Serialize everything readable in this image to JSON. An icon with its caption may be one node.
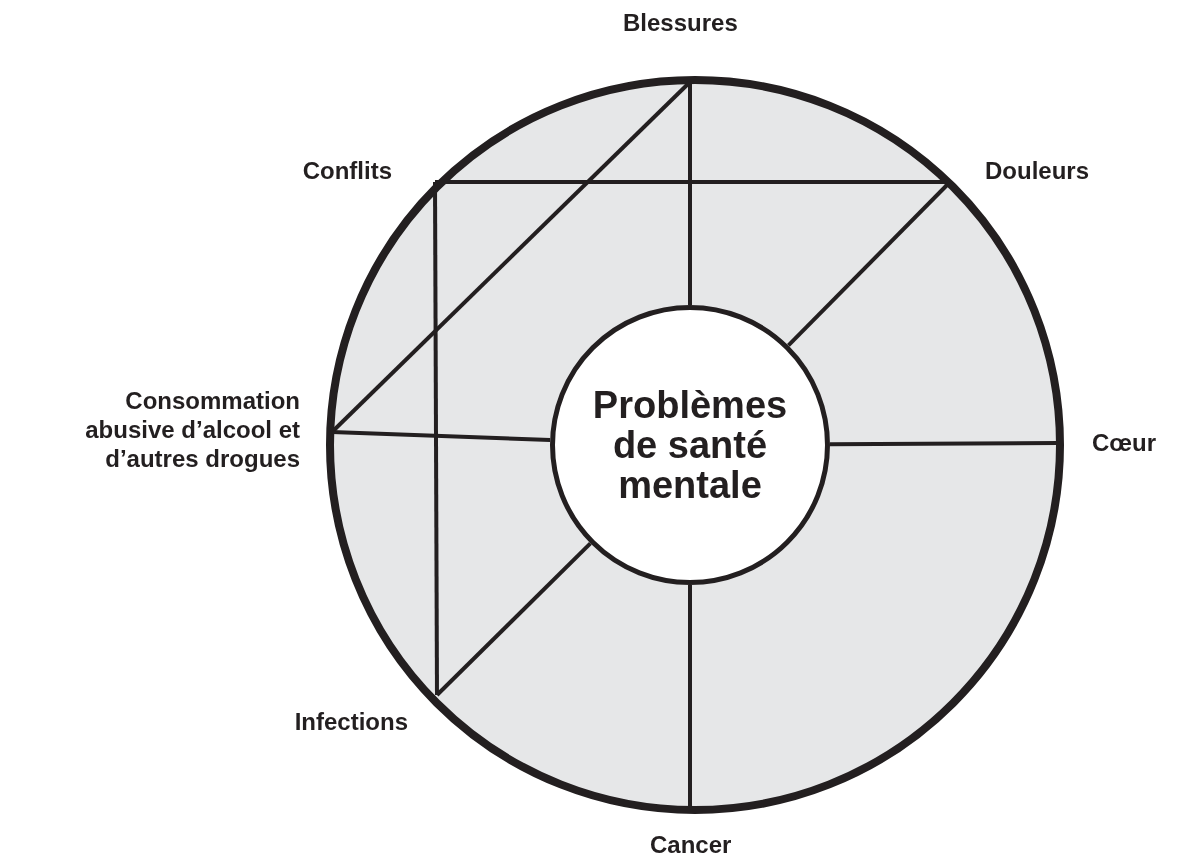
{
  "diagram": {
    "nodes": [
      {
        "text": [
          "Blessures"
        ]
      },
      {
        "text": [
          "Conflits"
        ]
      },
      {
        "text": [
          "Douleurs"
        ]
      },
      {
        "text": [
          "Consommation abusive d’alcool et d’autres drogues"
        ]
      },
      {
        "text": [
          "Problèmes de santé mentale"
        ]
      },
      {
        "text": [
          "Cœur"
        ]
      },
      {
        "text": [
          "Infections"
        ]
      },
      {
        "text": [
          "Cancer"
        ]
      }
    ],
    "edges": [
      {
        "from": 0,
        "to": 4,
        "arrow": "none"
      },
      {
        "from": 0,
        "to": 3,
        "arrow": "none"
      },
      {
        "from": 1,
        "to": 2,
        "arrow": "none"
      },
      {
        "from": 1,
        "to": 6,
        "arrow": "none"
      },
      {
        "from": 2,
        "to": 4,
        "arrow": "none"
      },
      {
        "from": 3,
        "to": 4,
        "arrow": "none"
      },
      {
        "from": 5,
        "to": 4,
        "arrow": "none"
      },
      {
        "from": 6,
        "to": 4,
        "arrow": "none"
      },
      {
        "from": 7,
        "to": 4,
        "arrow": "none"
      }
    ]
  }
}
